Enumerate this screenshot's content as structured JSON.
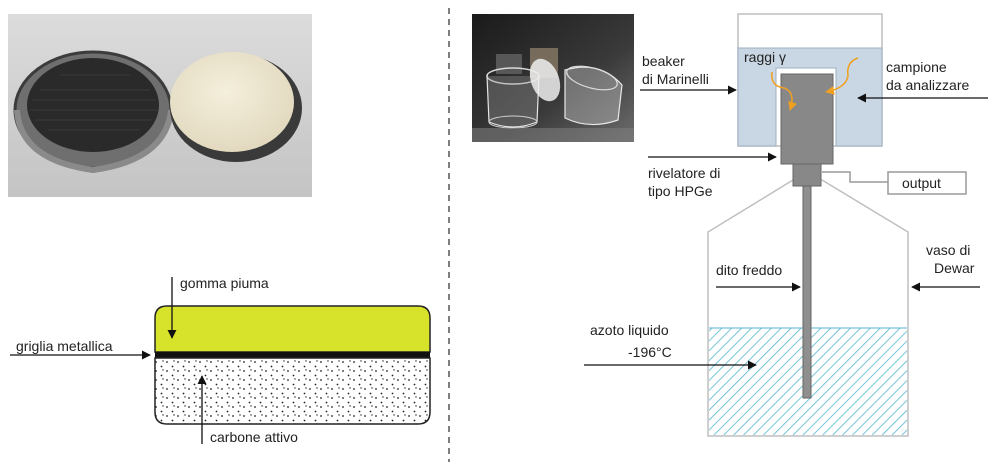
{
  "photos": {
    "left": "photo-filter-canister",
    "right": "photo-marinelli-beakers"
  },
  "filter_diagram": {
    "foam_label": "gomma piuma",
    "grid_label": "griglia metallica",
    "carbon_label": "carbone attivo"
  },
  "detector_diagram": {
    "beaker_label_line1": "beaker",
    "beaker_label_line2": "di Marinelli",
    "gamma_label": "raggi γ",
    "sample_label_line1": "campione",
    "sample_label_line2": "da analizzare",
    "detector_label_line1": "rivelatore di",
    "detector_label_line2": "tipo HPGe",
    "output_label": "output",
    "cold_finger_label": "dito freddo",
    "dewar_label_line1": "vaso di",
    "dewar_label_line2": "Dewar",
    "nitrogen_label_line1": "azoto liquido",
    "nitrogen_label_line2": "-196°C"
  },
  "colors": {
    "foam": "#d7e22a",
    "beaker_fill": "#c9d6e3",
    "detector": "#888888",
    "nitrogen": "#55b6cf",
    "gamma_arrow": "#f0a020",
    "divider": "#555555"
  }
}
